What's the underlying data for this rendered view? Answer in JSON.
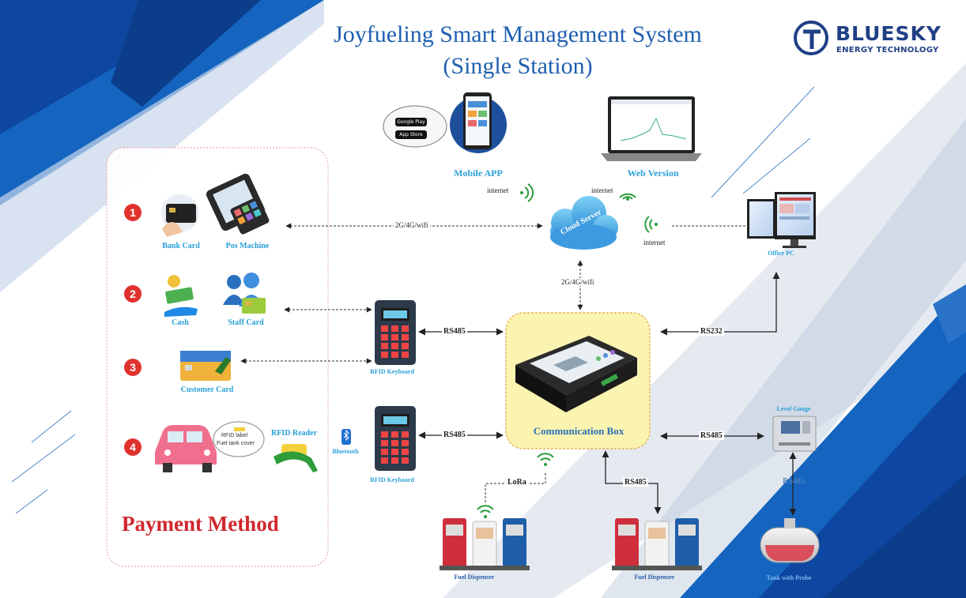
{
  "title_line1": "Joyfueling Smart Management System",
  "title_line2": "(Single Station)",
  "brand": {
    "name": "BLUESKY",
    "subtitle": "ENERGY TECHNOLOGY"
  },
  "payment": {
    "heading": "Payment Method",
    "steps": [
      "1",
      "2",
      "3",
      "4"
    ],
    "bank_card": "Bank Card",
    "pos_machine": "Pos Machine",
    "cash": "Cash",
    "staff_card": "Staff Card",
    "customer_card": "Customer Card",
    "rfid_reader": "RFID Reader",
    "bubble_line1": "RFID label",
    "bubble_line2": "Fuel tank cover"
  },
  "store_badges": {
    "google": "Google Play",
    "apple": "App Store"
  },
  "nodes": {
    "mobile_app": "Mobile APP",
    "web_version": "Web Version",
    "cloud_server": "Cloud Server",
    "office_pc": "Office PC",
    "rfid_keyboard_1": "RFID Keyboard",
    "rfid_keyboard_2": "RFID Keyboard",
    "bluetooth": "Bluetooth",
    "communication_box": "Communication Box",
    "level_gauge": "Level Gauge",
    "fuel_dispenser_1": "Fuel Dispenser",
    "fuel_dispenser_2": "Fuel Dispenser",
    "tank_with_probe": "Tank with Probe"
  },
  "links": {
    "pos_cloud": "2G/4G/wifi",
    "cloud_box": "2G/4G/wifi",
    "internet_app": "internet",
    "internet_web": "internet",
    "internet_pc": "internet",
    "keyboard1_box": "RS485",
    "keyboard2_box": "RS485",
    "pc_box": "RS232",
    "box_gauge": "RS485",
    "box_dispenser": "RS485",
    "lora": "LoRa",
    "gauge_tank": "RS485"
  },
  "colors": {
    "title": "#1f5fb0",
    "caption": "#2aa0d8",
    "accent_red": "#d0282d",
    "box_fill": "#fbf3b0",
    "box_border": "#e6a43a",
    "brand": "#1f3f86"
  }
}
